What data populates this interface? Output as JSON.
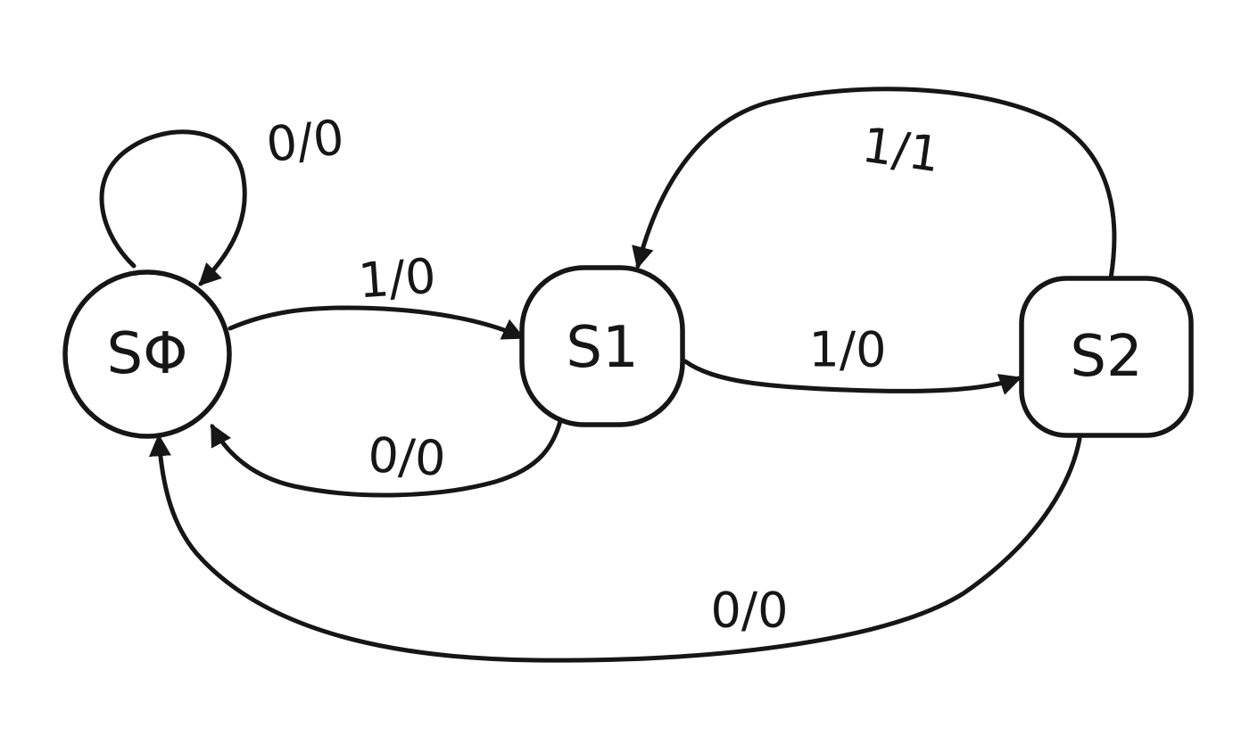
{
  "states": [
    {
      "id": "s0",
      "label": "SΦ"
    },
    {
      "id": "s1",
      "label": "S1"
    },
    {
      "id": "s2",
      "label": "S2"
    }
  ],
  "transitions": [
    {
      "id": "s0-self",
      "from": "SΦ",
      "to": "SΦ",
      "label": "0/0"
    },
    {
      "id": "s0-s1",
      "from": "SΦ",
      "to": "S1",
      "label": "1/0"
    },
    {
      "id": "s1-s0",
      "from": "S1",
      "to": "SΦ",
      "label": "0/0"
    },
    {
      "id": "s1-s2",
      "from": "S1",
      "to": "S2",
      "label": "1/0"
    },
    {
      "id": "s2-s1",
      "from": "S2",
      "to": "S1",
      "label": "1/1"
    },
    {
      "id": "s2-s0",
      "from": "S2",
      "to": "SΦ",
      "label": "0/0"
    }
  ],
  "colors": {
    "ink": "#161616",
    "background": "#ffffff"
  }
}
